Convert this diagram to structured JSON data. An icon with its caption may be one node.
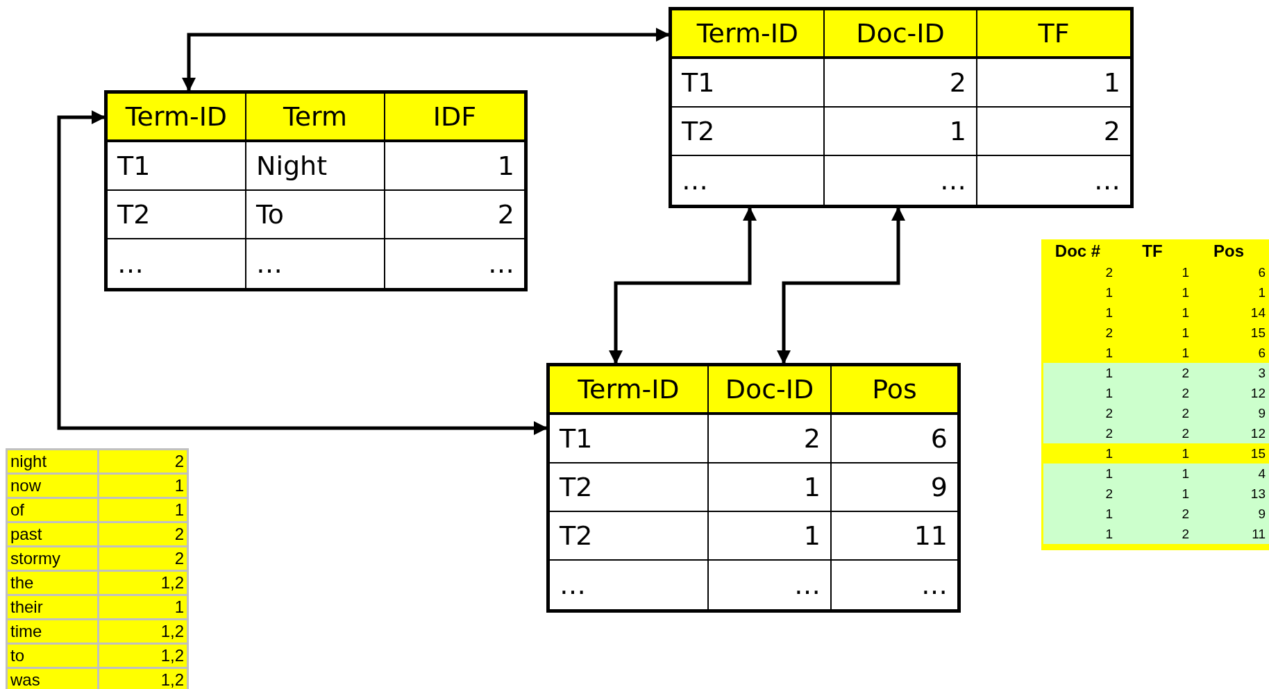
{
  "diagram": {
    "nodes": [
      {
        "text": [
          "Term-ID",
          "Term",
          "IDF",
          "T1",
          "Night",
          "1",
          "T2",
          "To",
          "2",
          "…",
          "…",
          "…"
        ]
      },
      {
        "text": [
          "Term-ID",
          "Doc-ID",
          "TF",
          "T1",
          "2",
          "1",
          "T2",
          "1",
          "2",
          "…",
          "…",
          "…"
        ]
      },
      {
        "text": [
          "Term-ID",
          "Doc-ID",
          "Pos",
          "T1",
          "2",
          "6",
          "T2",
          "1",
          "9",
          "T2",
          "1",
          "11",
          "…",
          "…",
          "…"
        ]
      }
    ],
    "edges": [
      {
        "from": 0,
        "to": 1,
        "arrow": "both"
      },
      {
        "from": 0,
        "to": 2,
        "arrow": "both"
      },
      {
        "from": 1,
        "to": 2,
        "arrow": "both"
      },
      {
        "from": 1,
        "to": 2,
        "arrow": "both"
      }
    ],
    "labels": [
      "Doc #",
      "TF",
      "Pos",
      "2",
      "1",
      "6",
      "1",
      "1",
      "1",
      "1",
      "1",
      "14",
      "2",
      "1",
      "15",
      "1",
      "1",
      "6",
      "1",
      "2",
      "3",
      "1",
      "2",
      "12",
      "2",
      "2",
      "9",
      "2",
      "2",
      "12",
      "1",
      "1",
      "15",
      "1",
      "1",
      "4",
      "2",
      "1",
      "13",
      "1",
      "2",
      "9",
      "1",
      "2",
      "11",
      "night",
      "2",
      "now",
      "1",
      "of",
      "1",
      "past",
      "2",
      "stormy",
      "2",
      "the",
      "1,2",
      "their",
      "1",
      "time",
      "1,2",
      "to",
      "1,2",
      "was",
      "1,2"
    ]
  }
}
